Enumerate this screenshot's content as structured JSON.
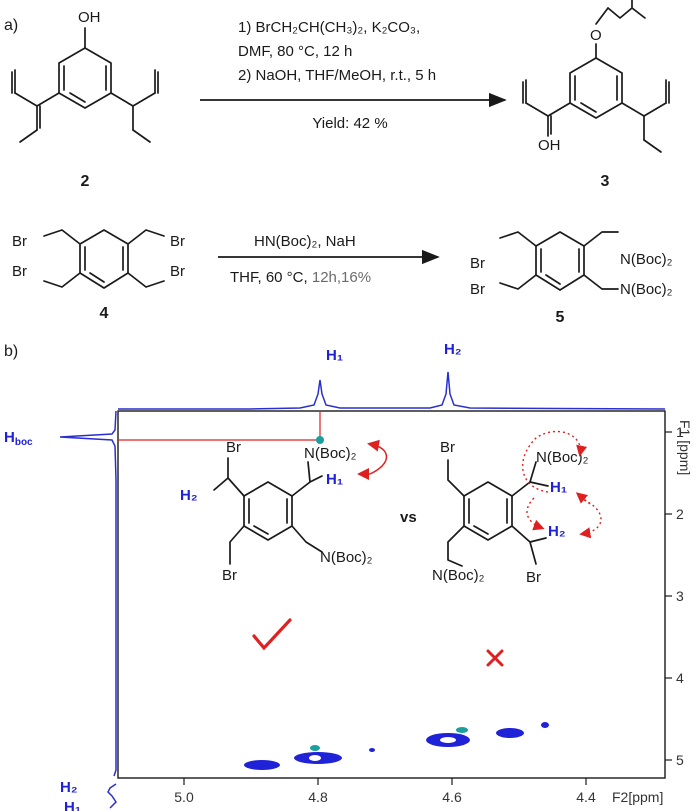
{
  "panel_a": {
    "label": "a)",
    "reaction1": {
      "reactant_oh": "OH",
      "reactant_number": "2",
      "conditions": [
        "1) BrCH₂CH(CH₃)₂, K₂CO₃,",
        "DMF, 80 °C, 12 h",
        "2) NaOH, THF/MeOH, r.t., 5 h"
      ],
      "yield": "Yield: 42 %",
      "product_oh": "OH",
      "product_number": "3"
    },
    "reaction2": {
      "br": "Br",
      "reactant_number": "4",
      "conditions_top": "HN(Boc)₂, NaH",
      "conditions_bottom": "THF, 60 °C, ",
      "conditions_bottom_grey": "12h,16%",
      "nboc2": "N(Boc)₂",
      "product_number": "5"
    }
  },
  "panel_b": {
    "label": "b)",
    "h1": "H₁",
    "h2": "H₂",
    "hboc": "H",
    "hboc_sub": "boc",
    "x_axis_label": "F2[ppm]",
    "y_axis_label": "F1 [ppm]",
    "x_ticks": [
      "5.0",
      "4.8",
      "4.6",
      "4.4"
    ],
    "y_ticks": [
      "1",
      "2",
      "3",
      "4",
      "5"
    ],
    "vs": "vs",
    "br": "Br",
    "nboc2": "N(Boc)₂",
    "correct_color": "#e02020",
    "wrong_color": "#e02020",
    "spectrum_color": "#1f22d6"
  }
}
